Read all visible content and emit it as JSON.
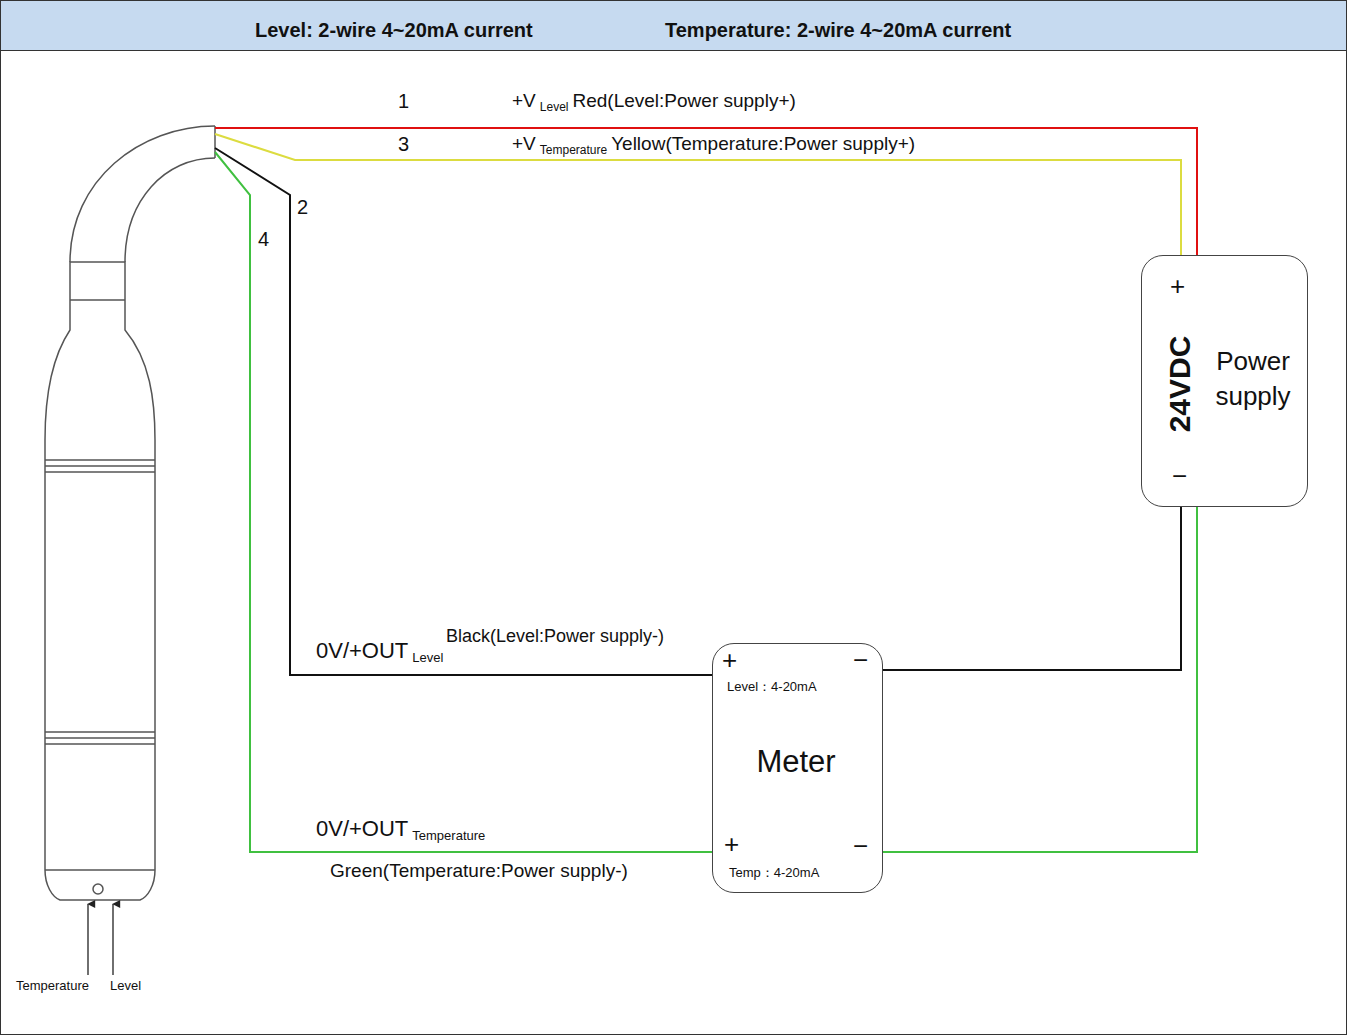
{
  "diagram": {
    "title": "Level: 2-wire 4~20mA current",
    "nodes": [
      {
        "text": [
          "+",
          "24VDC",
          "Power supply",
          "−"
        ]
      },
      {
        "text": [
          "+",
          "Level：4-20mA",
          "−",
          "Meter",
          "+",
          "Temp：4-20mA",
          "−"
        ]
      }
    ],
    "edges": [
      {
        "from": 0,
        "to": 1,
        "arrow": "none"
      },
      {
        "from": 0,
        "to": 1,
        "arrow": "none"
      }
    ],
    "labels": [
      "1",
      "+V",
      "Level",
      "Red(Level:Power supply+)",
      "3",
      "+V",
      "Temperature",
      "Yellow(Temperature:Power supply+)",
      "2",
      "4",
      "0V/+OUT",
      "Level",
      "Black(Level:Power supply-)",
      "0V/+OUT",
      "Temperature",
      "Green(Temperature:Power supply-)",
      "Temperature",
      "Level",
      "Temperature: 2-wire 4~20mA current"
    ]
  }
}
